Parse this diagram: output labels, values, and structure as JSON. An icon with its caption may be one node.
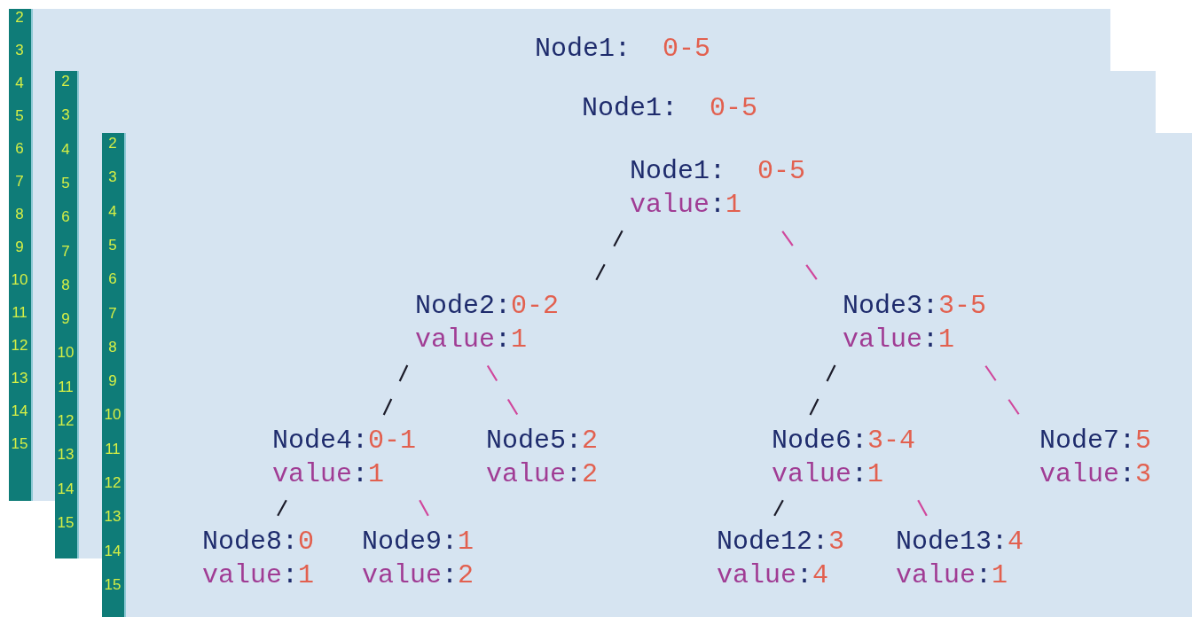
{
  "diagram": {
    "nodes": [
      {
        "text": [
          "Node1:  0-5",
          "value:1"
        ]
      },
      {
        "text": [
          "Node2:0-2",
          "value:1"
        ]
      },
      {
        "text": [
          "Node3:3-5",
          "value:1"
        ]
      },
      {
        "text": [
          "Node4:0-1",
          "value:1"
        ]
      },
      {
        "text": [
          "Node5:2",
          "value:2"
        ]
      },
      {
        "text": [
          "Node6:3-4",
          "value:1"
        ]
      },
      {
        "text": [
          "Node7:5",
          "value:3"
        ]
      },
      {
        "text": [
          "Node8:0",
          "value:1"
        ]
      },
      {
        "text": [
          "Node9:1",
          "value:2"
        ]
      },
      {
        "text": [
          "Node12:3",
          "value:4"
        ]
      },
      {
        "text": [
          "Node13:4",
          "value:1"
        ]
      }
    ],
    "edges": [
      {
        "from": 0,
        "to": 1,
        "arrow": "none"
      },
      {
        "from": 0,
        "to": 2,
        "arrow": "none",
        "color": "#d0479c"
      },
      {
        "from": 1,
        "to": 3,
        "arrow": "none"
      },
      {
        "from": 1,
        "to": 4,
        "arrow": "none",
        "color": "#d0479c"
      },
      {
        "from": 2,
        "to": 5,
        "arrow": "none"
      },
      {
        "from": 2,
        "to": 6,
        "arrow": "none",
        "color": "#d0479c"
      },
      {
        "from": 3,
        "to": 7,
        "arrow": "none"
      },
      {
        "from": 3,
        "to": 8,
        "arrow": "none",
        "color": "#d0479c"
      },
      {
        "from": 5,
        "to": 9,
        "arrow": "none"
      },
      {
        "from": 5,
        "to": 10,
        "arrow": "none",
        "color": "#d0479c"
      }
    ],
    "labels": [
      "2",
      "3",
      "4",
      "5",
      "6",
      "7",
      "8",
      "9",
      "10",
      "11",
      "12",
      "13",
      "14",
      "15",
      "Node1:  0-5",
      "2",
      "3",
      "4",
      "5",
      "6",
      "7",
      "8",
      "9",
      "10",
      "11",
      "12",
      "13",
      "14",
      "15",
      "Node1:  0-5",
      "2",
      "3",
      "4",
      "5",
      "6",
      "7",
      "8",
      "9",
      "10",
      "11",
      "12",
      "13",
      "14",
      "15"
    ]
  }
}
